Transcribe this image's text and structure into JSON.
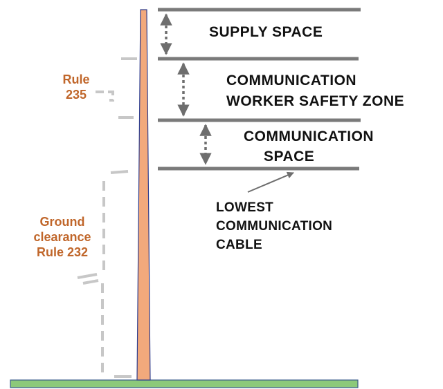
{
  "labels": {
    "supply_space": "SUPPLY SPACE",
    "worker_zone_line1": "COMMUNICATION",
    "worker_zone_line2": "WORKER SAFETY ZONE",
    "comm_space_line1": "COMMUNICATION",
    "comm_space_line2": "SPACE",
    "lowest_line1": "LOWEST",
    "lowest_line2": "COMMUNICATION",
    "lowest_line3": "CABLE",
    "rule235_line1": "Rule",
    "rule235_line2": "235",
    "ground_line1": "Ground",
    "ground_line2": "clearance",
    "ground_line3": "Rule 232"
  },
  "colors": {
    "pole_fill": "#f2a97c",
    "pole_edge": "#2f3e8f",
    "wire": "#7a7a7a",
    "arrow": "#6e6e6e",
    "dash": "#c7c7c7",
    "rule_text": "#c0662a",
    "ground_fill": "#8cc97a",
    "ground_edge": "#3a5a8c"
  }
}
